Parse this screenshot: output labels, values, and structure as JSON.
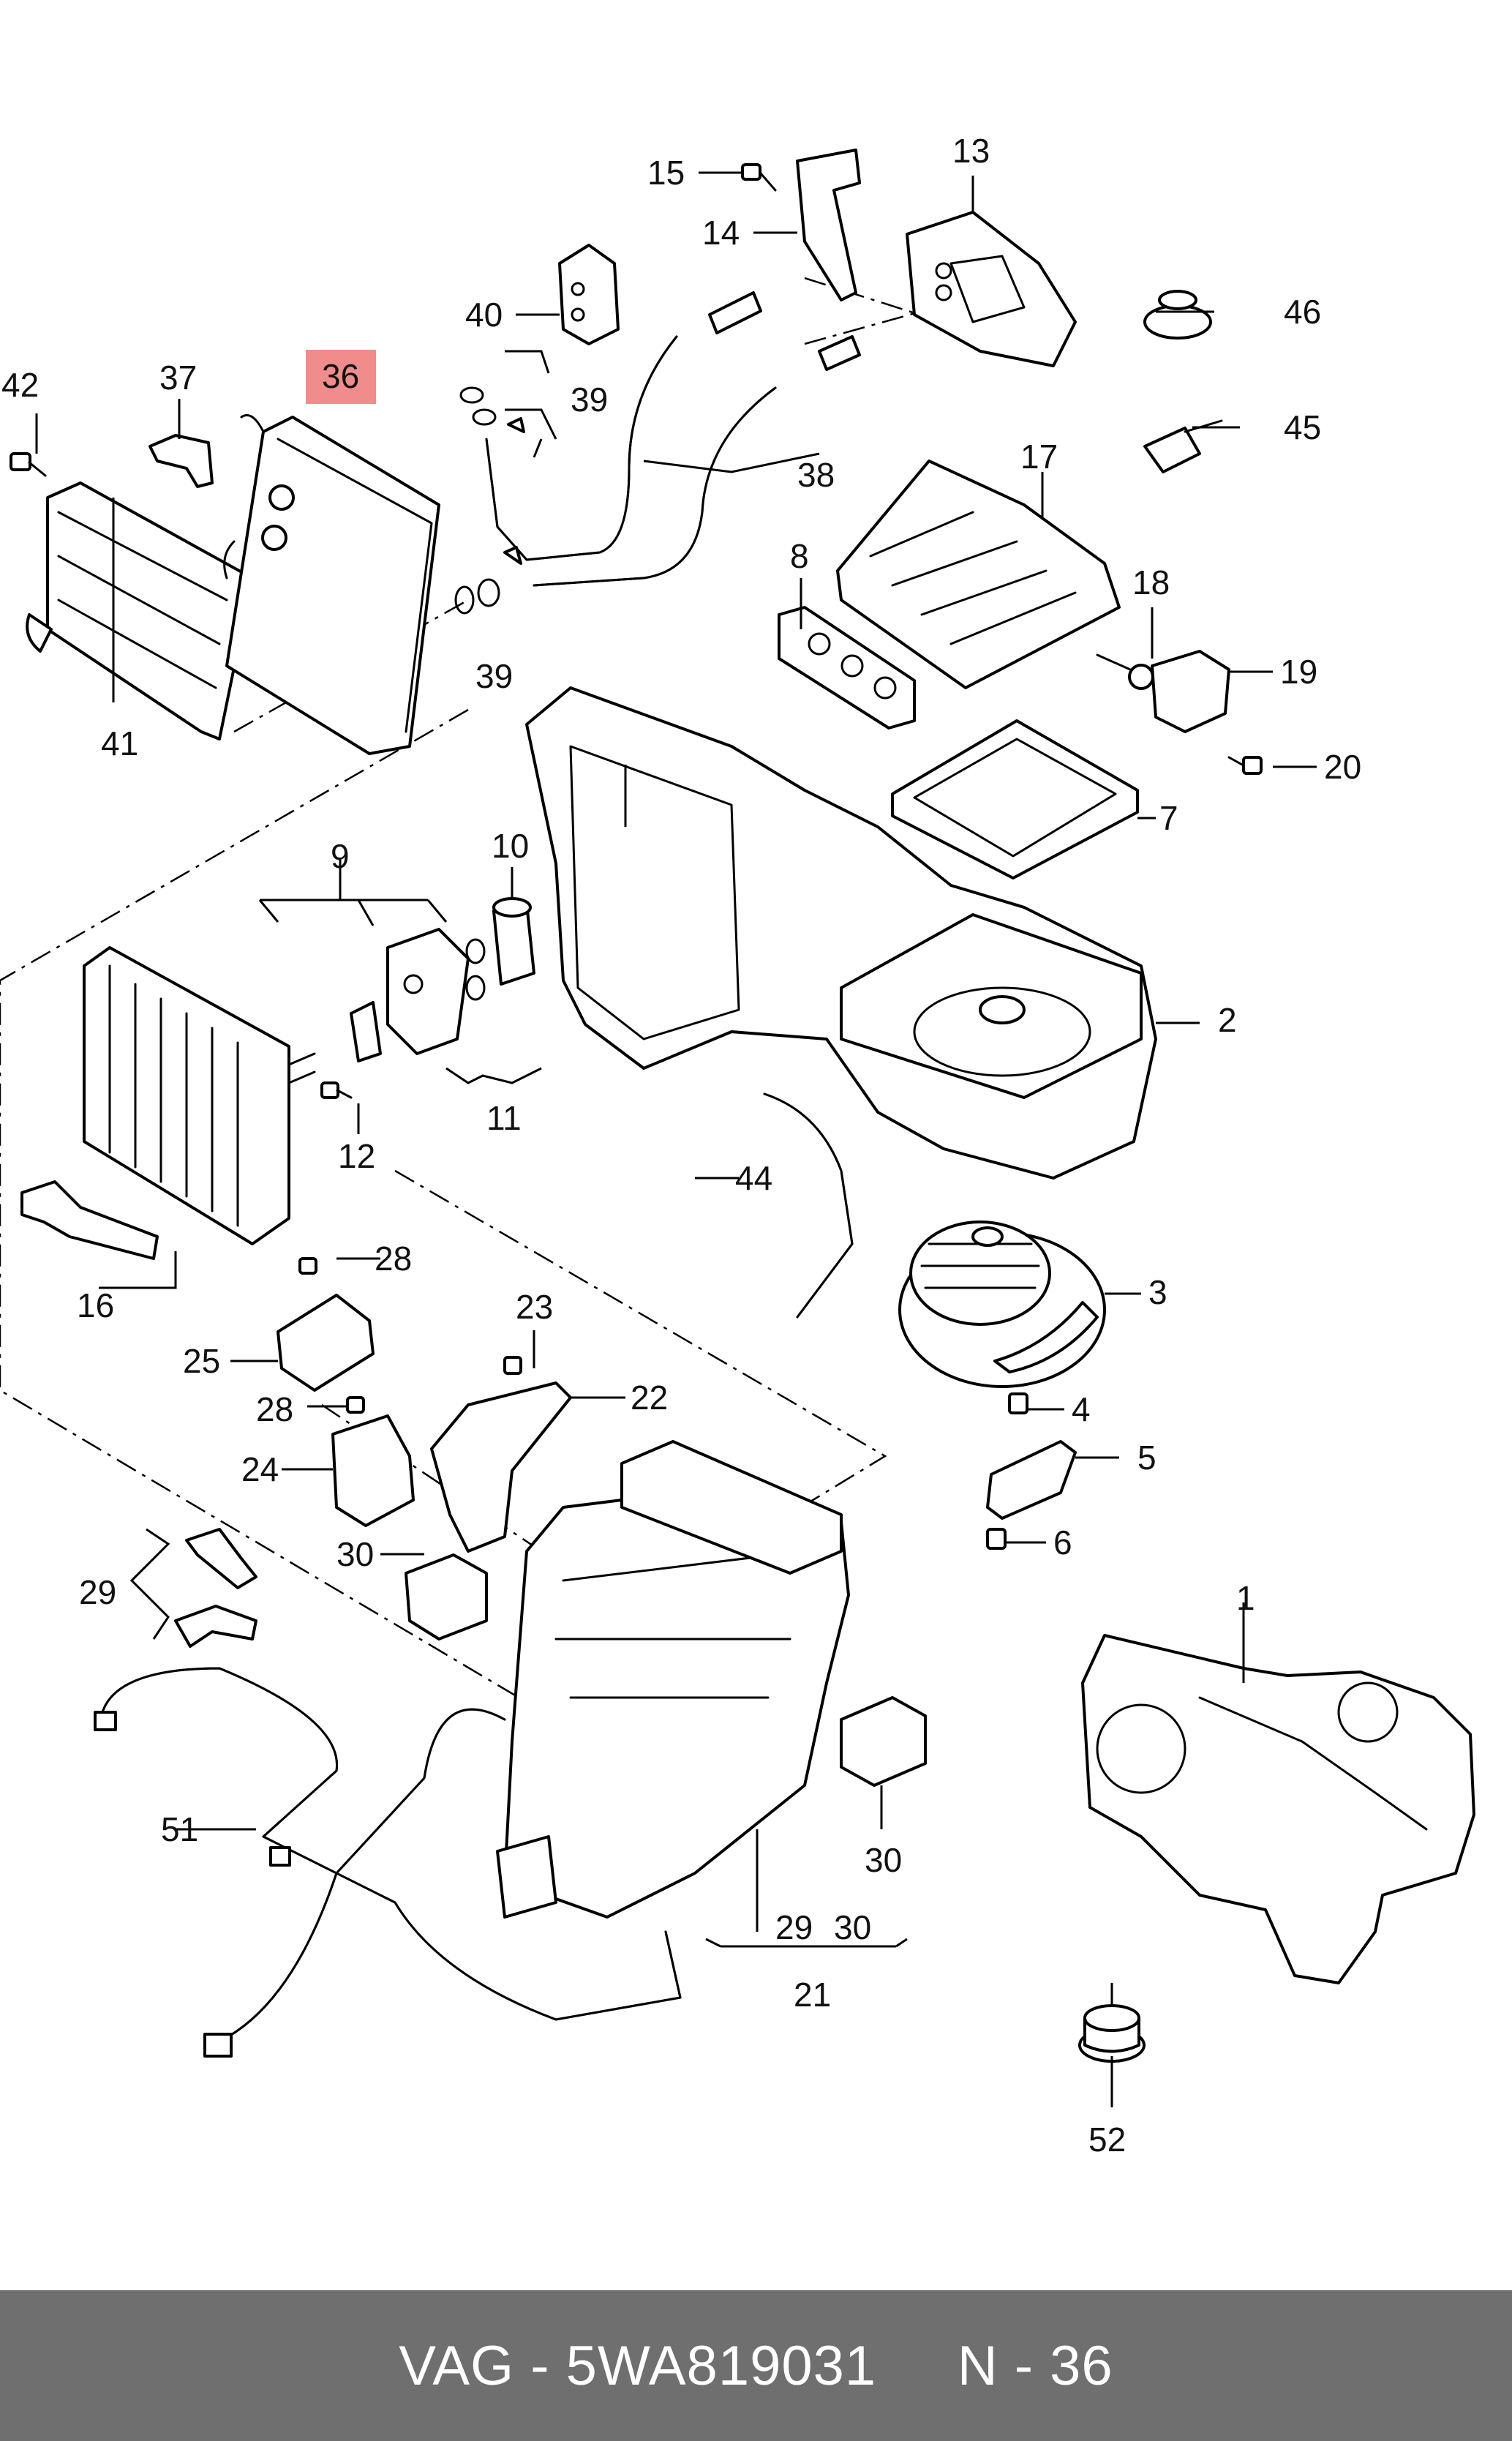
{
  "callouts": [
    {
      "id": "c1",
      "text": "1"
    },
    {
      "id": "c2",
      "text": "2"
    },
    {
      "id": "c3",
      "text": "3"
    },
    {
      "id": "c4",
      "text": "4"
    },
    {
      "id": "c5",
      "text": "5"
    },
    {
      "id": "c6",
      "text": "6"
    },
    {
      "id": "c7",
      "text": "7"
    },
    {
      "id": "c8",
      "text": "8"
    },
    {
      "id": "c9",
      "text": "9"
    },
    {
      "id": "c10",
      "text": "10"
    },
    {
      "id": "c11",
      "text": "11"
    },
    {
      "id": "c12",
      "text": "12"
    },
    {
      "id": "c13",
      "text": "13"
    },
    {
      "id": "c14",
      "text": "14"
    },
    {
      "id": "c15",
      "text": "15"
    },
    {
      "id": "c16",
      "text": "16"
    },
    {
      "id": "c17",
      "text": "17"
    },
    {
      "id": "c18",
      "text": "18"
    },
    {
      "id": "c19",
      "text": "19"
    },
    {
      "id": "c20",
      "text": "20"
    },
    {
      "id": "c21",
      "text": "21"
    },
    {
      "id": "c22",
      "text": "22"
    },
    {
      "id": "c23",
      "text": "23"
    },
    {
      "id": "c24",
      "text": "24"
    },
    {
      "id": "c25",
      "text": "25"
    },
    {
      "id": "c28a",
      "text": "28"
    },
    {
      "id": "c28b",
      "text": "28"
    },
    {
      "id": "c29a",
      "text": "29"
    },
    {
      "id": "c29b",
      "text": "29"
    },
    {
      "id": "c30a",
      "text": "30"
    },
    {
      "id": "c30b",
      "text": "30"
    },
    {
      "id": "c30c",
      "text": "30"
    },
    {
      "id": "c36",
      "text": "36",
      "highlighted": true
    },
    {
      "id": "c37",
      "text": "37"
    },
    {
      "id": "c38",
      "text": "38"
    },
    {
      "id": "c39a",
      "text": "39"
    },
    {
      "id": "c39b",
      "text": "39"
    },
    {
      "id": "c40",
      "text": "40"
    },
    {
      "id": "c41",
      "text": "41"
    },
    {
      "id": "c42",
      "text": "42"
    },
    {
      "id": "c44",
      "text": "44"
    },
    {
      "id": "c45",
      "text": "45"
    },
    {
      "id": "c46",
      "text": "46"
    },
    {
      "id": "c51",
      "text": "51"
    },
    {
      "id": "c52",
      "text": "52"
    }
  ],
  "highlight_color": "#f08c8c",
  "footer": {
    "text": "VAG - 5WA819031     N - 36",
    "background": "#6f6f6f",
    "color": "#ffffff"
  }
}
